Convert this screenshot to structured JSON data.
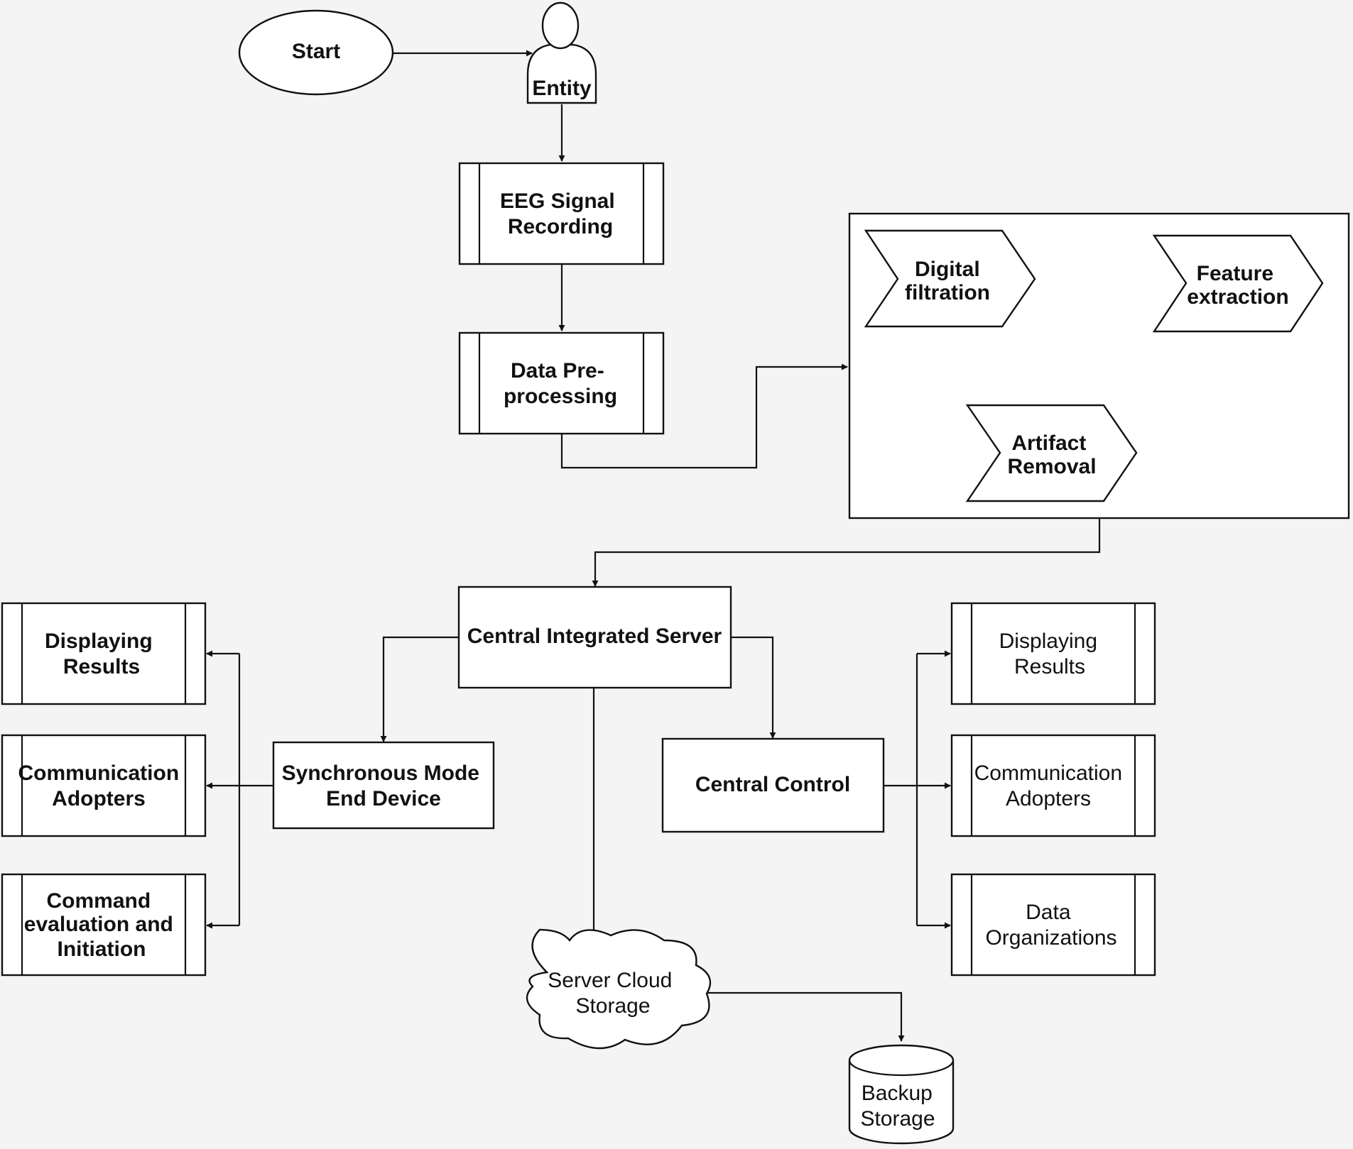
{
  "diagram": {
    "start": "Start",
    "entity": "Entity",
    "eeg_recording": [
      "EEG Signal",
      "Recording"
    ],
    "preprocessing": [
      "Data Pre-",
      "processing"
    ],
    "digital_filtration": [
      "Digital",
      "filtration"
    ],
    "artifact_removal": [
      "Artifact",
      "Removal"
    ],
    "feature_extraction": [
      "Feature",
      "extraction"
    ],
    "central_server": "Central Integrated Server",
    "sync_mode": [
      "Synchronous Mode",
      "End Device"
    ],
    "central_control": "Central Control",
    "left_outputs": {
      "displaying_results": [
        "Displaying",
        "Results"
      ],
      "communication_adopters": [
        "Communication",
        "Adopters"
      ],
      "command_evaluation": [
        "Command",
        "evaluation and",
        "Initiation"
      ]
    },
    "right_outputs": {
      "displaying_results": [
        "Displaying",
        "Results"
      ],
      "communication_adopters": [
        "Communication",
        "Adopters"
      ],
      "data_organizations": [
        "Data",
        "Organizations"
      ]
    },
    "cloud_storage": [
      "Server  Cloud",
      "Storage"
    ],
    "backup_storage": [
      "Backup",
      "Storage"
    ]
  }
}
